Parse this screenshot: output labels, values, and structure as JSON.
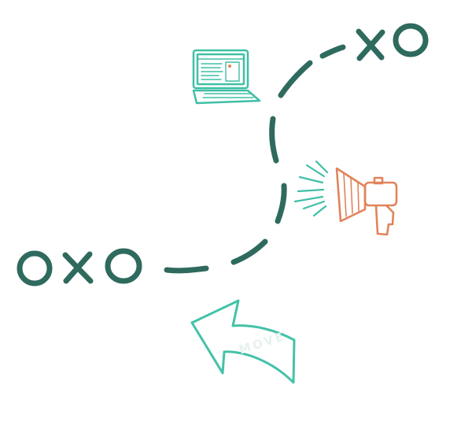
{
  "colors": {
    "background": "#ffffff",
    "path": "#2f6a5e",
    "laptop": "#3fbfa6",
    "megaphone": "#e0845a",
    "rays": "#3fbfa6",
    "arrow": "#43c2a8",
    "arrow_text": "#e7f2ef"
  },
  "left_marks": {
    "glyphs": [
      "O",
      "X",
      "O"
    ]
  },
  "right_marks": {
    "glyphs": [
      "X",
      "O"
    ]
  },
  "icons": [
    "laptop-icon",
    "megaphone-icon",
    "curved-arrow-icon"
  ],
  "arrow_label": "MOVE"
}
